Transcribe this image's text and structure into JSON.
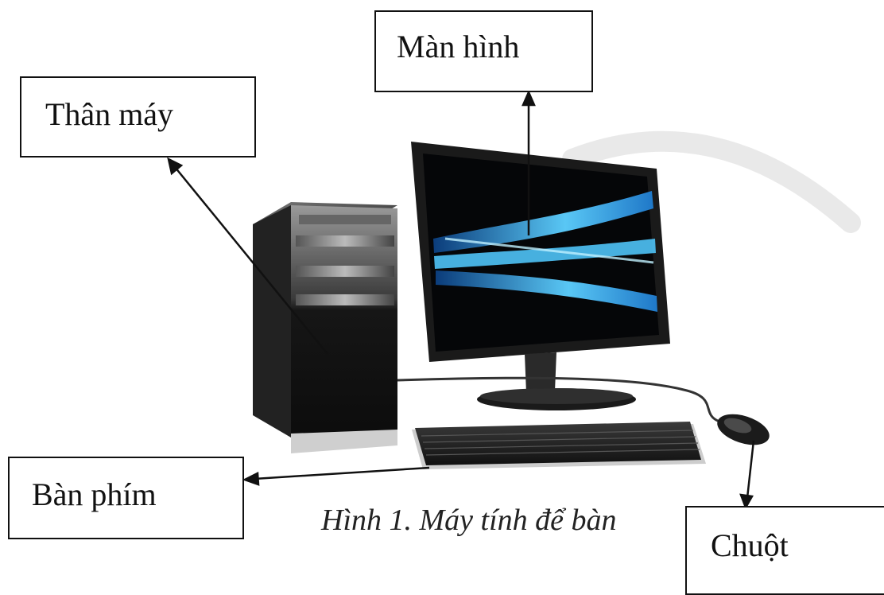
{
  "labels": {
    "monitor": "Màn hình",
    "case": "Thân máy",
    "keyboard": "Bàn phím",
    "mouse": "Chuột"
  },
  "caption": "Hình 1. Máy tính để bàn",
  "colors": {
    "line": "#111111",
    "screen_glow": "#4fc3f7",
    "case_body": "#1c1c1c"
  }
}
